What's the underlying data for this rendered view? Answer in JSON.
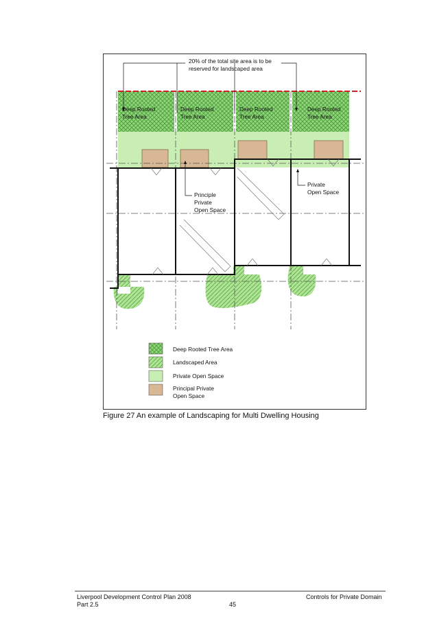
{
  "figure": {
    "annotation_top_line1": "20% of the total site area is to be",
    "annotation_top_line2": "reserved for landscaped area",
    "deep_rooted_label_line1": "Deep Rooted",
    "deep_rooted_label_line2": "Tree Area",
    "principle_label": [
      "Principle",
      "Private",
      "Open Space"
    ],
    "private_label": [
      "Private",
      "Open Space"
    ],
    "legend": [
      {
        "label_lines": [
          "Deep Rooted Tree Area"
        ]
      },
      {
        "label_lines": [
          "Landscaped Area"
        ]
      },
      {
        "label_lines": [
          "Private Open Space"
        ]
      },
      {
        "label_lines": [
          "Principal Private",
          "Open Space"
        ]
      }
    ],
    "colors": {
      "deep_rooted": "#7fcf6a",
      "landscaped": "#a9e08f",
      "private_open": "#c8eeb4",
      "principal_private": "#d7b794",
      "boundary_dash": "#cc2222"
    }
  },
  "caption": "Figure 27 An example of Landscaping for Multi Dwelling Housing",
  "footer": {
    "left_line1": "Liverpool Development Control Plan 2008",
    "left_line2": "Part 2.5",
    "right": "Controls for Private Domain",
    "page_number": "45"
  }
}
